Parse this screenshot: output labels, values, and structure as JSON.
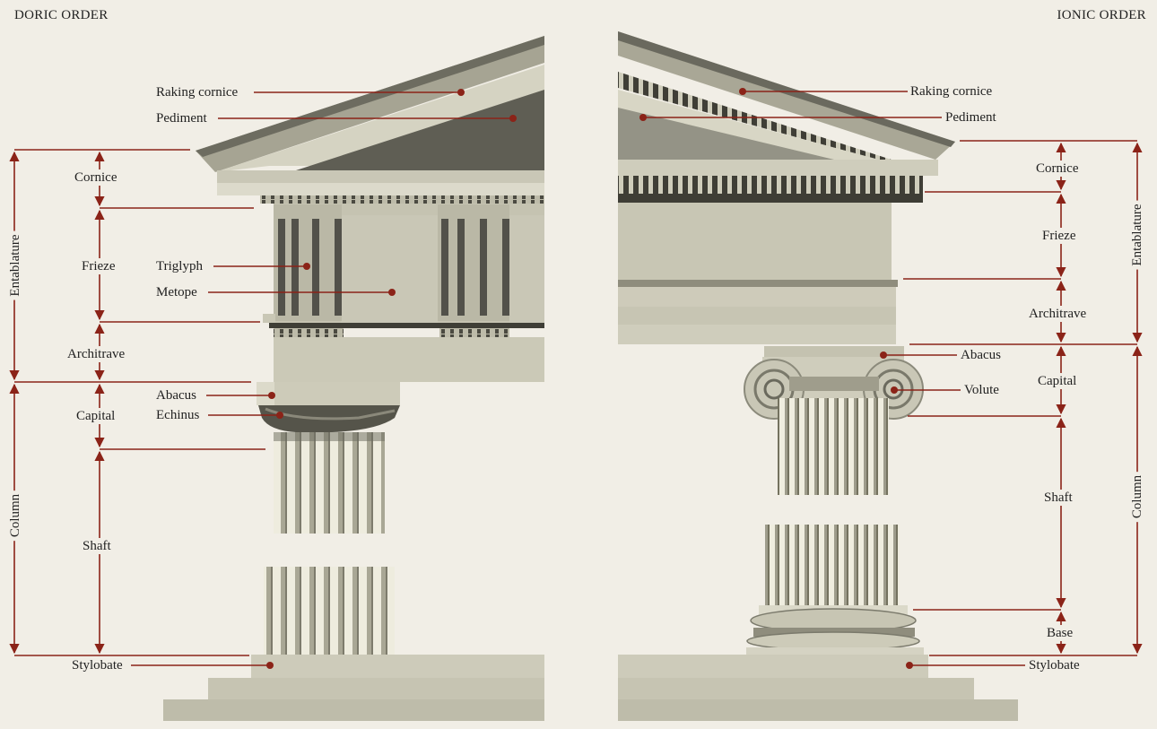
{
  "headings": {
    "doric": "DORIC ORDER",
    "ionic": "IONIC ORDER"
  },
  "colors": {
    "background": "#f1eee6",
    "leader": "#8b2318",
    "stone_light": "#d8d6c6",
    "stone_mid": "#b9b7a6",
    "stone_dark": "#6f6e62",
    "stone_shadow": "#56554b"
  },
  "doric": {
    "labels": {
      "raking_cornice": "Raking cornice",
      "pediment": "Pediment",
      "triglyph": "Triglyph",
      "metope": "Metope",
      "abacus": "Abacus",
      "echinus": "Echinus",
      "stylobate": "Stylobate"
    },
    "divisions": {
      "cornice": "Cornice",
      "frieze": "Frieze",
      "architrave": "Architrave",
      "capital": "Capital",
      "shaft": "Shaft"
    },
    "groups": {
      "entablature": "Entablature",
      "column": "Column"
    }
  },
  "ionic": {
    "labels": {
      "raking_cornice": "Raking cornice",
      "pediment": "Pediment",
      "abacus": "Abacus",
      "volute": "Volute",
      "stylobate": "Stylobate"
    },
    "divisions": {
      "cornice": "Cornice",
      "frieze": "Frieze",
      "architrave": "Architrave",
      "capital": "Capital",
      "shaft": "Shaft",
      "base": "Base"
    },
    "groups": {
      "entablature": "Entablature",
      "column": "Column"
    }
  }
}
